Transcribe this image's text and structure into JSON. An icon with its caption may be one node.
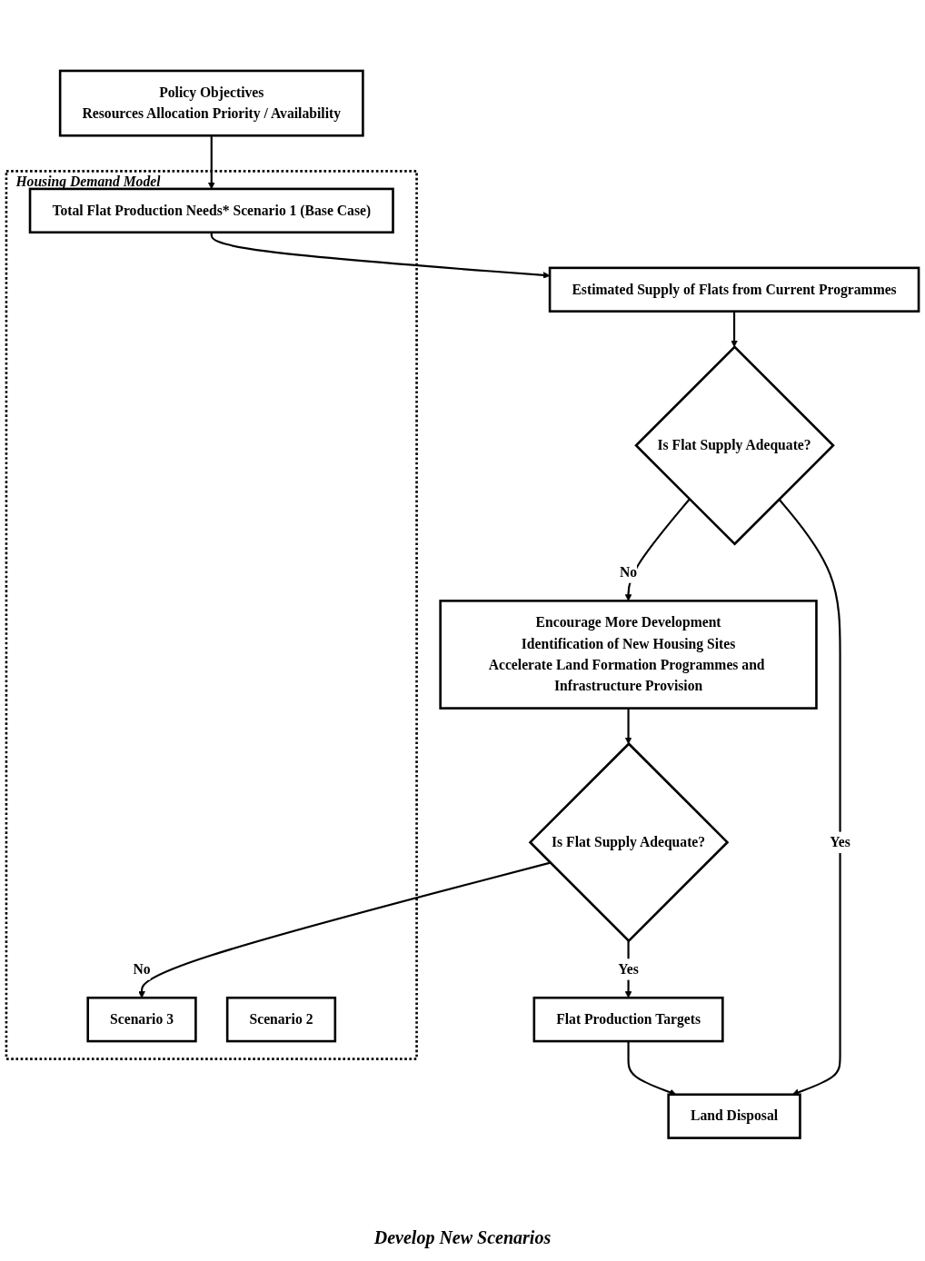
{
  "diagram": {
    "nodes": [
      {
        "text": [
          "Policy Objectives",
          "Resources Allocation Priority / Availability"
        ]
      },
      {
        "text": [
          "Housing Demand Model"
        ]
      },
      {
        "text": [
          "Scenario 3"
        ],
        "in": 1
      },
      {
        "text": [
          "Scenario 2"
        ],
        "in": 1
      },
      {
        "text": [
          "Total Flat Production Needs* Scenario 1 (Base Case)"
        ],
        "in": 1
      },
      {
        "text": [
          "Estimated Supply of Flats from Current Programmes"
        ]
      },
      {
        "text": [
          "Is Flat Supply Adequate?"
        ]
      },
      {
        "text": [
          "Encourage More Development",
          "Identification of New Housing Sites",
          "Accelerate Land Formation Programmes and Infrastructure Provision"
        ]
      },
      {
        "text": [
          "Is Flat Supply Adequate?"
        ]
      },
      {
        "text": [
          "Flat Production Targets"
        ]
      },
      {
        "text": [
          "Land Disposal"
        ]
      }
    ],
    "edges": [
      {
        "from": 0,
        "to": 4,
        "arrow": "to"
      },
      {
        "from": 4,
        "to": 5,
        "arrow": "to"
      },
      {
        "from": 5,
        "to": 6,
        "arrow": "to"
      },
      {
        "from": 6,
        "to": 10,
        "arrow": "to",
        "label": "Yes"
      },
      {
        "from": 6,
        "to": 7,
        "arrow": "to",
        "label": "No"
      },
      {
        "from": 7,
        "to": 8,
        "arrow": "to"
      },
      {
        "from": 8,
        "to": 2,
        "arrow": "to",
        "label": "No"
      },
      {
        "from": 8,
        "to": 9,
        "arrow": "to",
        "label": "Yes"
      },
      {
        "from": 9,
        "to": 10,
        "arrow": "to"
      }
    ],
    "labels": [
      "Develop New Scenarios"
    ]
  }
}
